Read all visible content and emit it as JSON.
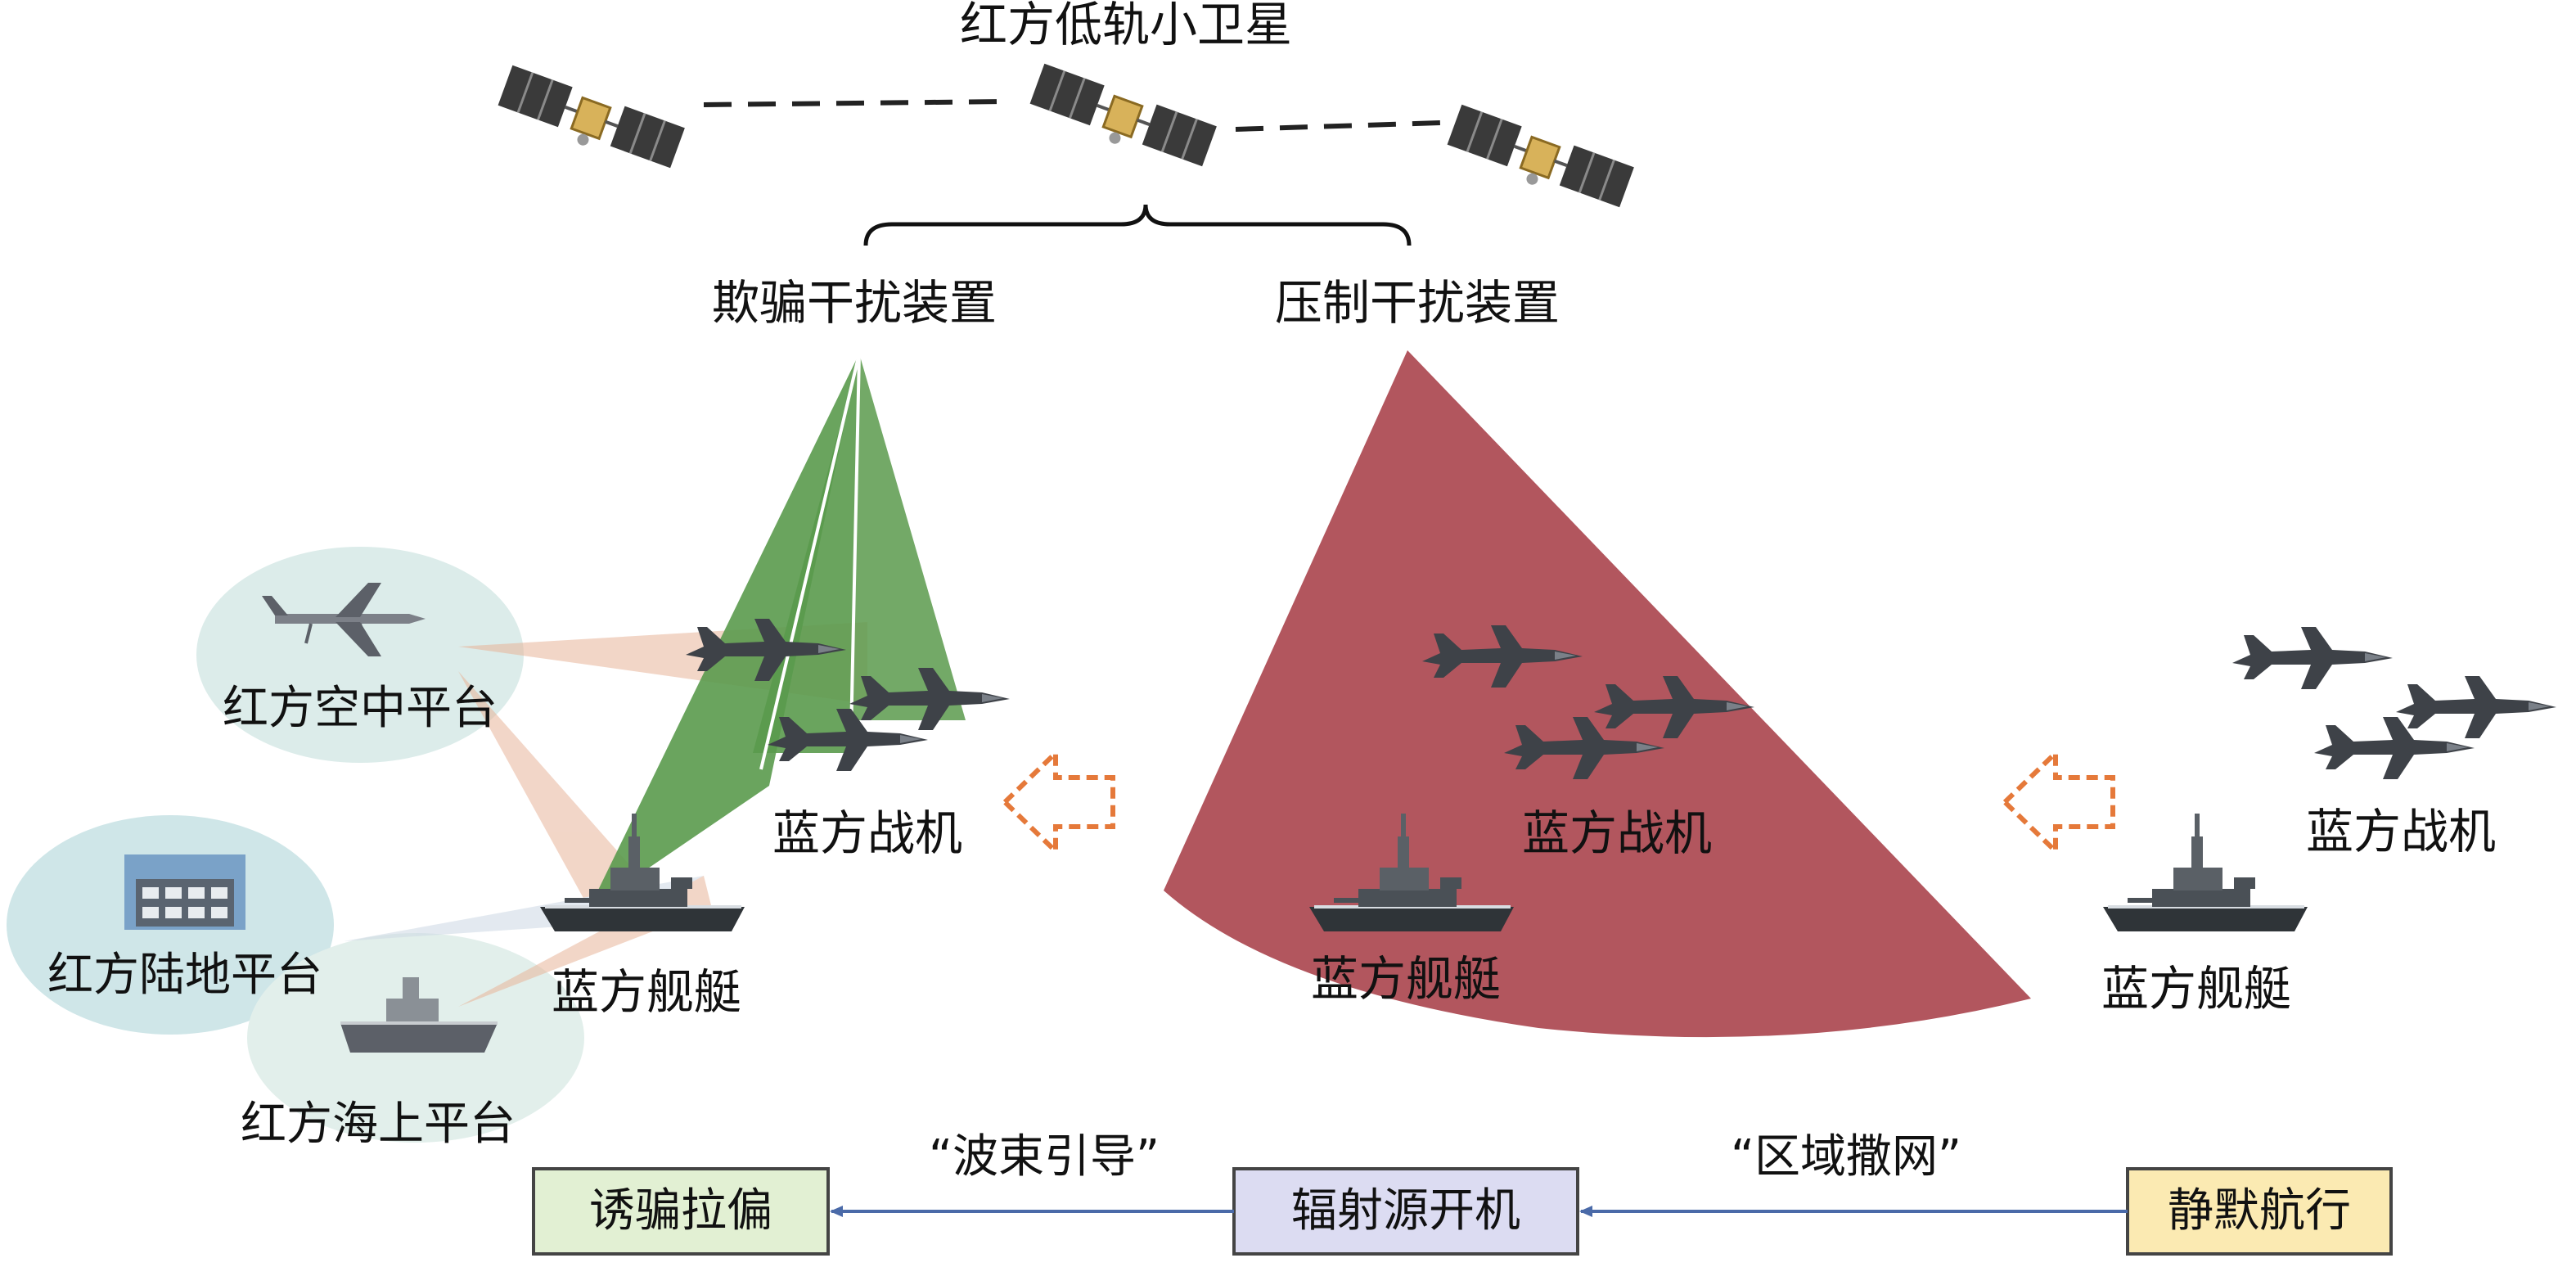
{
  "title": "红方低轨小卫星",
  "devices": {
    "deception": "欺骗干扰装置",
    "suppression": "压制干扰装置"
  },
  "red_platforms": {
    "air": "红方空中平台",
    "land": "红方陆地平台",
    "sea": "红方海上平台"
  },
  "blue_groups": [
    {
      "fighters": "蓝方战机",
      "ships": "蓝方舰艇"
    },
    {
      "fighters": "蓝方战机",
      "ships": "蓝方舰艇"
    },
    {
      "fighters": "蓝方战机",
      "ships": "蓝方舰艇"
    }
  ],
  "flow": {
    "stages": [
      "诱骗拉偏",
      "辐射源开机",
      "静默航行"
    ],
    "transitions": [
      "“波束引导”",
      "“区域撒网”"
    ]
  },
  "colors": {
    "deception_beam": "#5a9a4c",
    "suppression_beam": "#b2565e",
    "platform_halo": "#d9ebe8",
    "stage_1": "#e2f0d3",
    "stage_2": "#dcdcf2",
    "stage_3": "#fbeab2",
    "flow_arrow": "#4a6aa8",
    "hollow_arrow": "#e5793a"
  }
}
